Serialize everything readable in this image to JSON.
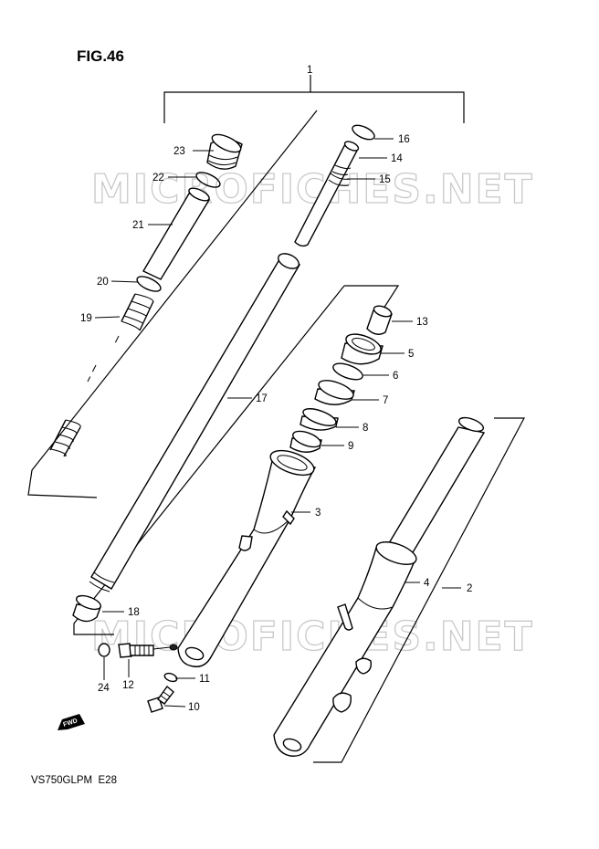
{
  "figure": {
    "title": "FIG.46",
    "model_code": "VS750GLPM  E28"
  },
  "watermark": "MICROFICHES.NET",
  "fwd_label": "FWD",
  "parts": [
    {
      "id": "1",
      "number": "1"
    },
    {
      "id": "2",
      "number": "2"
    },
    {
      "id": "3",
      "number": "3"
    },
    {
      "id": "4",
      "number": "4"
    },
    {
      "id": "5",
      "number": "5"
    },
    {
      "id": "6",
      "number": "6"
    },
    {
      "id": "7",
      "number": "7"
    },
    {
      "id": "8",
      "number": "8"
    },
    {
      "id": "9",
      "number": "9"
    },
    {
      "id": "10",
      "number": "10"
    },
    {
      "id": "11",
      "number": "11"
    },
    {
      "id": "12",
      "number": "12"
    },
    {
      "id": "13",
      "number": "13"
    },
    {
      "id": "14",
      "number": "14"
    },
    {
      "id": "15",
      "number": "15"
    },
    {
      "id": "16",
      "number": "16"
    },
    {
      "id": "17",
      "number": "17"
    },
    {
      "id": "18",
      "number": "18"
    },
    {
      "id": "19",
      "number": "19"
    },
    {
      "id": "20",
      "number": "20"
    },
    {
      "id": "21",
      "number": "21"
    },
    {
      "id": "22",
      "number": "22"
    },
    {
      "id": "23",
      "number": "23"
    },
    {
      "id": "24",
      "number": "24"
    }
  ]
}
